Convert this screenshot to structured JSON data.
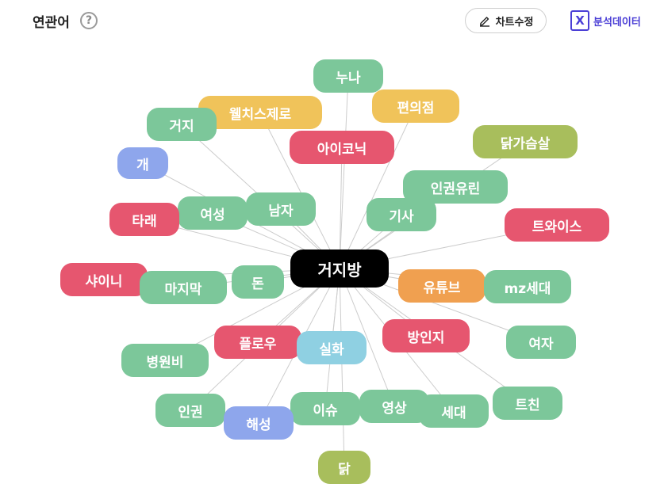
{
  "header": {
    "title": "연관어",
    "help_icon": "?",
    "edit_button": "차트수정",
    "data_button": "분석데이터",
    "data_icon": "X"
  },
  "colors": {
    "green": "#7cc79a",
    "red": "#e6566f",
    "yellow": "#f0c35a",
    "olive": "#a8be5c",
    "blue": "#8ea6ec",
    "orange": "#f0a050",
    "cyan": "#8fd0e2",
    "center": "#000000",
    "edge": "#cccccc"
  },
  "graph": {
    "center": {
      "label": "거지방"
    },
    "nodes": [
      {
        "label": "누나",
        "color": "green"
      },
      {
        "label": "편의점",
        "color": "yellow"
      },
      {
        "label": "웰치스제로",
        "color": "yellow"
      },
      {
        "label": "거지",
        "color": "green"
      },
      {
        "label": "아이코닉",
        "color": "red"
      },
      {
        "label": "닭가슴살",
        "color": "olive"
      },
      {
        "label": "개",
        "color": "blue"
      },
      {
        "label": "인권유린",
        "color": "green"
      },
      {
        "label": "남자",
        "color": "green"
      },
      {
        "label": "여성",
        "color": "green"
      },
      {
        "label": "타래",
        "color": "red"
      },
      {
        "label": "기사",
        "color": "green"
      },
      {
        "label": "트와이스",
        "color": "red"
      },
      {
        "label": "샤이니",
        "color": "red"
      },
      {
        "label": "마지막",
        "color": "green"
      },
      {
        "label": "돈",
        "color": "green"
      },
      {
        "label": "유튜브",
        "color": "orange"
      },
      {
        "label": "mz세대",
        "color": "green"
      },
      {
        "label": "방인지",
        "color": "red"
      },
      {
        "label": "여자",
        "color": "green"
      },
      {
        "label": "플로우",
        "color": "red"
      },
      {
        "label": "실화",
        "color": "cyan"
      },
      {
        "label": "병원비",
        "color": "green"
      },
      {
        "label": "트친",
        "color": "green"
      },
      {
        "label": "이슈",
        "color": "green"
      },
      {
        "label": "영상",
        "color": "green"
      },
      {
        "label": "세대",
        "color": "green"
      },
      {
        "label": "인권",
        "color": "green"
      },
      {
        "label": "해성",
        "color": "blue"
      },
      {
        "label": "닭",
        "color": "olive"
      }
    ]
  }
}
